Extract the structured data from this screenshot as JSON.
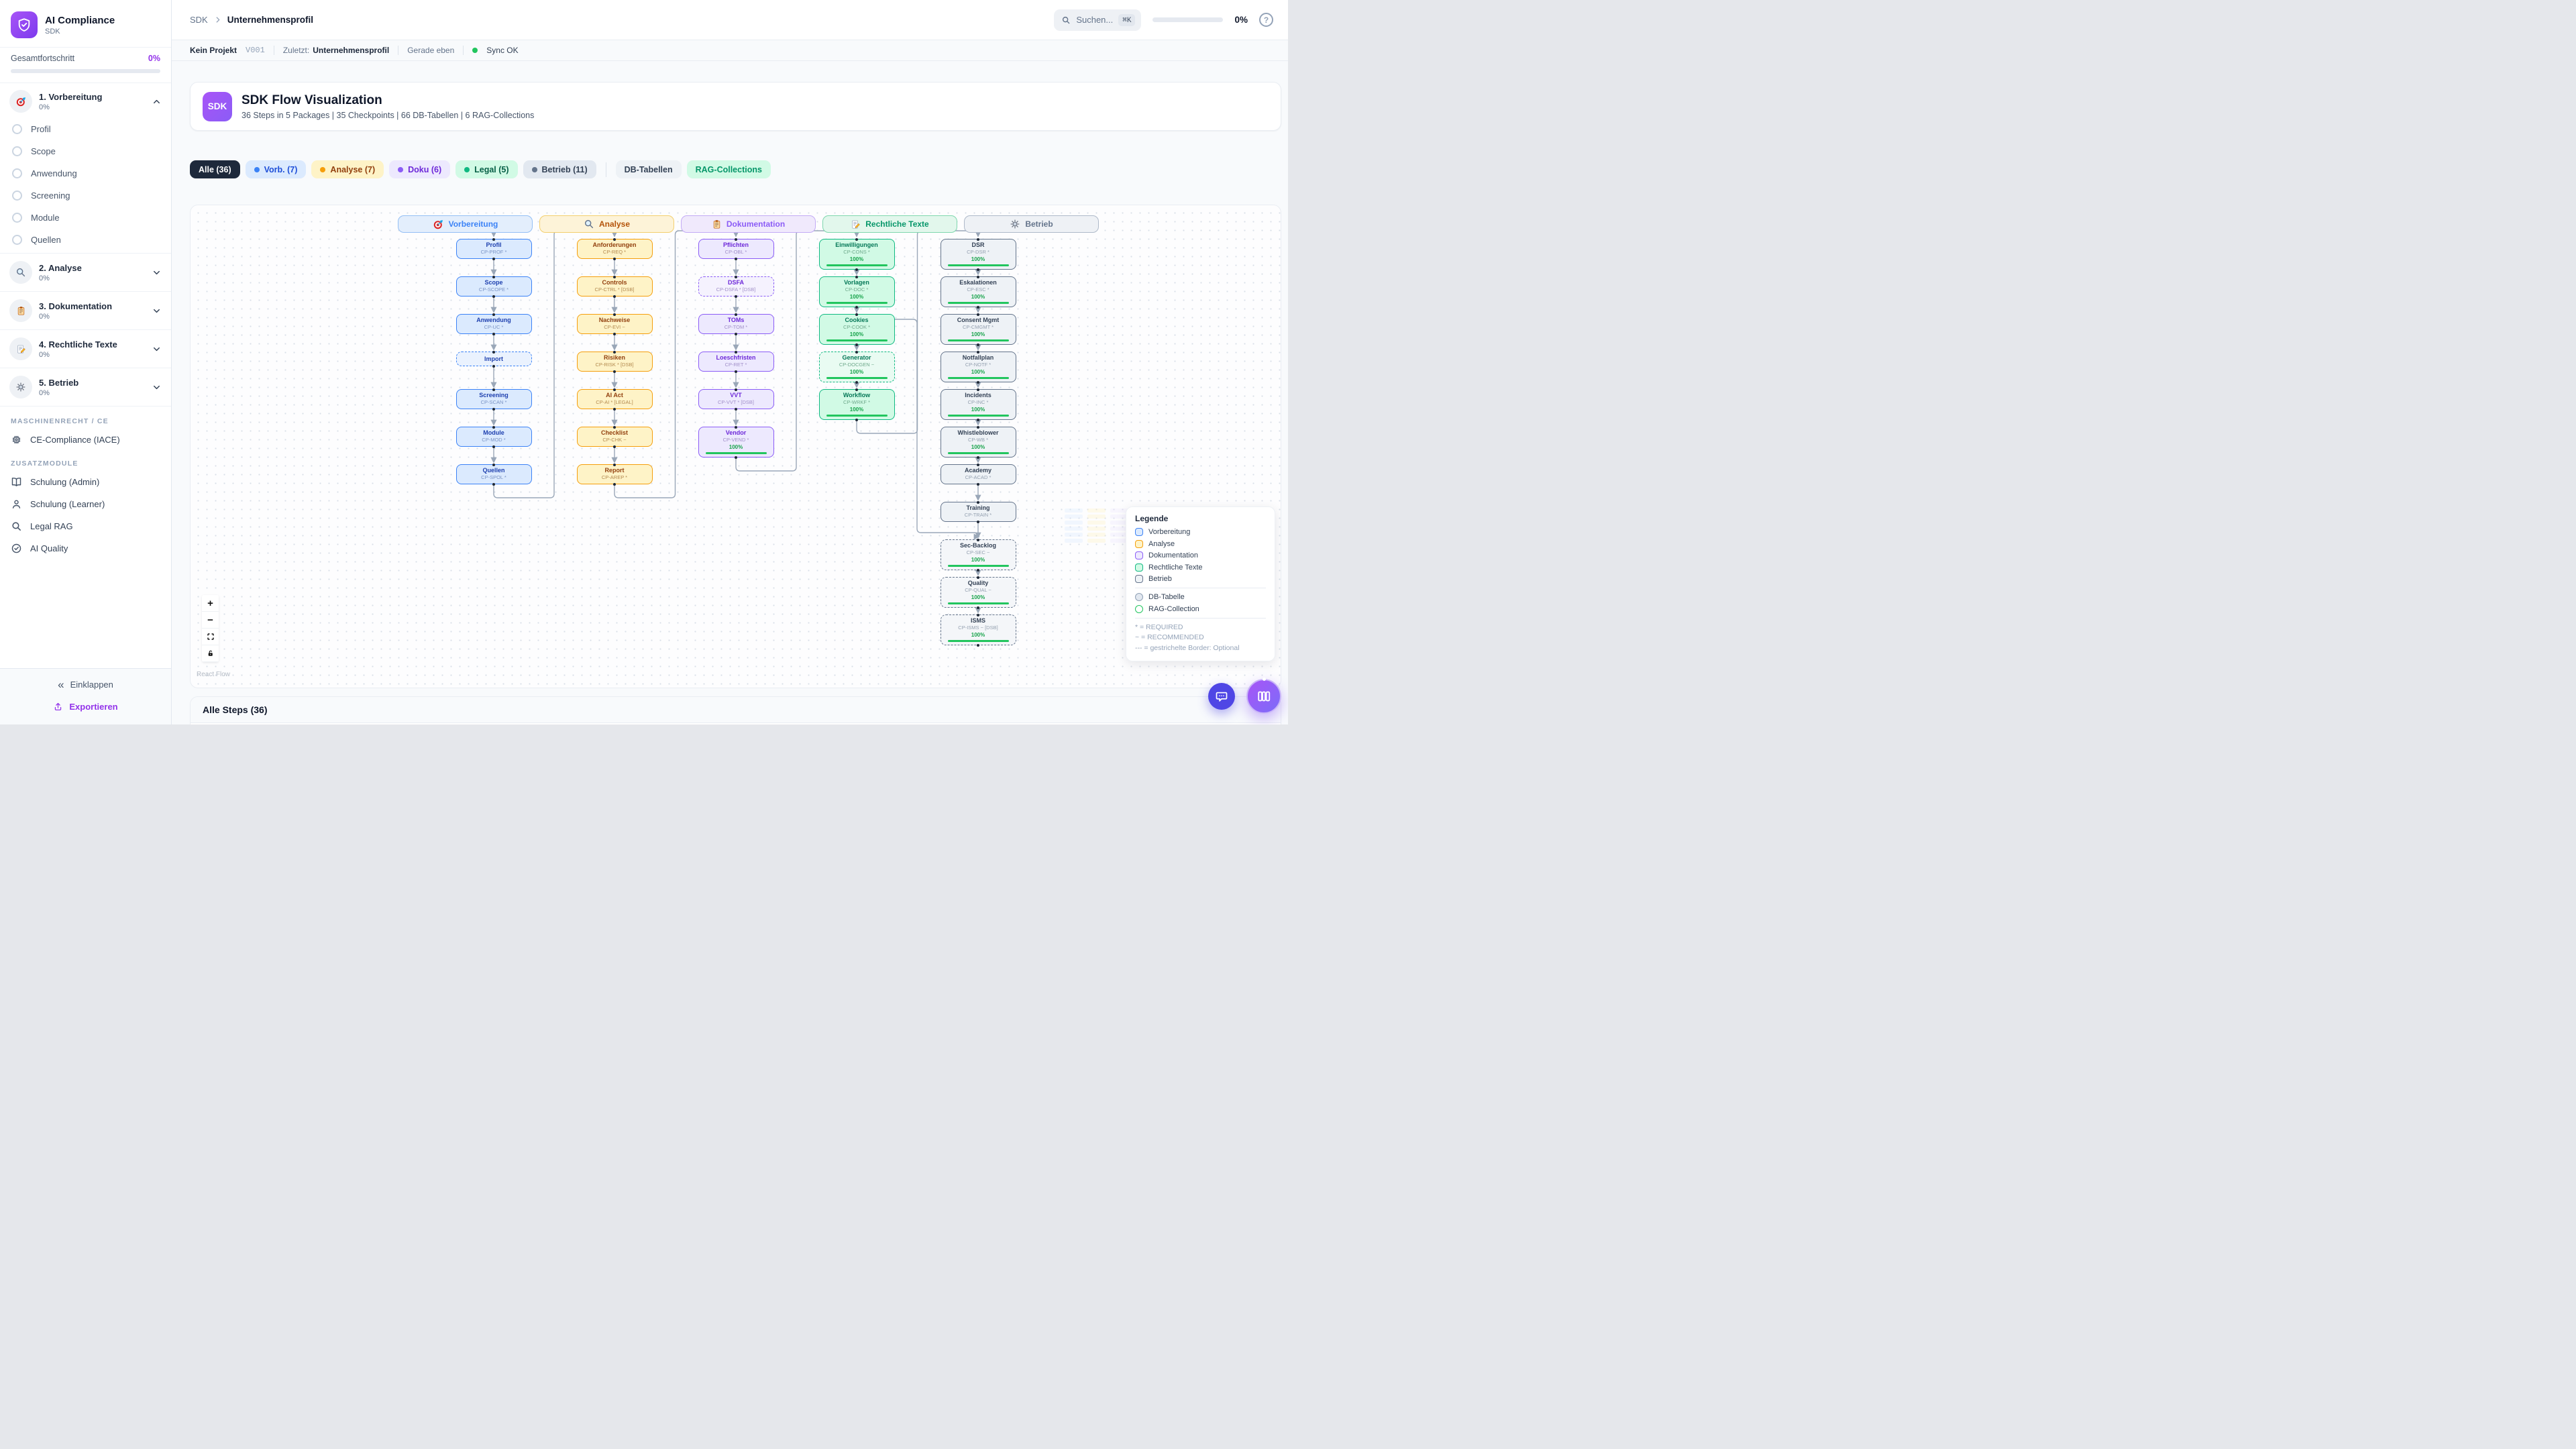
{
  "app": {
    "name": "AI Compliance",
    "subtitle": "SDK",
    "logo_icon": "shield-icon"
  },
  "sidebar": {
    "progress": {
      "label": "Gesamtfortschritt",
      "value": "0%"
    },
    "sections": [
      {
        "label": "1. Vorbereitung",
        "percent": "0%",
        "icon": "target-icon",
        "expanded": true,
        "items": [
          "Profil",
          "Scope",
          "Anwendung",
          "Screening",
          "Module",
          "Quellen"
        ]
      },
      {
        "label": "2. Analyse",
        "percent": "0%",
        "icon": "magnifier-icon",
        "expanded": false
      },
      {
        "label": "3. Dokumentation",
        "percent": "0%",
        "icon": "clipboard-icon",
        "expanded": false
      },
      {
        "label": "4. Rechtliche Texte",
        "percent": "0%",
        "icon": "memo-icon",
        "expanded": false
      },
      {
        "label": "5. Betrieb",
        "percent": "0%",
        "icon": "gear-icon",
        "expanded": false
      }
    ],
    "groups": [
      {
        "title": "MASCHINENRECHT / CE",
        "items": [
          {
            "label": "CE-Compliance (IACE)",
            "icon": "chip-icon"
          }
        ]
      },
      {
        "title": "ZUSATZMODULE",
        "items": [
          {
            "label": "Schulung (Admin)",
            "icon": "book-icon"
          },
          {
            "label": "Schulung (Learner)",
            "icon": "person-icon"
          },
          {
            "label": "Legal RAG",
            "icon": "search-icon"
          },
          {
            "label": "AI Quality",
            "icon": "check-circle-icon"
          }
        ]
      }
    ],
    "footer": {
      "collapse": "Einklappen",
      "export": "Exportieren"
    }
  },
  "topbar": {
    "breadcrumb": {
      "root": "SDK",
      "current": "Unternehmensprofil"
    },
    "search": {
      "placeholder": "Suchen...",
      "shortcut": "⌘K"
    },
    "progress": {
      "value": "0%"
    }
  },
  "statusbar": {
    "project": "Kein Projekt",
    "version": "V001",
    "last_label": "Zuletzt:",
    "last_value": "Unternehmensprofil",
    "time": "Gerade eben",
    "sync": "Sync OK"
  },
  "header_card": {
    "badge": "SDK",
    "title": "SDK Flow Visualization",
    "stats": "36 Steps in 5 Packages | 35 Checkpoints | 66 DB-Tabellen | 6 RAG-Collections"
  },
  "filters": {
    "chips": [
      {
        "label": "Alle (36)",
        "style": "dark"
      },
      {
        "label": "Vorb. (7)",
        "style": "blue",
        "dot": "#3b82f6"
      },
      {
        "label": "Analyse (7)",
        "style": "amber",
        "dot": "#f59e0b"
      },
      {
        "label": "Doku (6)",
        "style": "purple",
        "dot": "#8b5cf6"
      },
      {
        "label": "Legal (5)",
        "style": "green",
        "dot": "#10b981"
      },
      {
        "label": "Betrieb (11)",
        "style": "slate",
        "dot": "#64748b"
      }
    ],
    "extra_chips": [
      {
        "label": "DB-Tabellen",
        "style": "gray"
      },
      {
        "label": "RAG-Collections",
        "style": "mint"
      }
    ]
  },
  "flow": {
    "columns": [
      {
        "label": "Vorbereitung",
        "icon": "target-icon",
        "color": "blue",
        "nodes": [
          {
            "title": "Profil",
            "code": "CP-PROF *"
          },
          {
            "title": "Scope",
            "code": "CP-SCOPE *"
          },
          {
            "title": "Anwendung",
            "code": "CP-UC *"
          },
          {
            "title": "Import",
            "dashed": true
          },
          {
            "title": "Screening",
            "code": "CP-SCAN *"
          },
          {
            "title": "Module",
            "code": "CP-MOD *"
          },
          {
            "title": "Quellen",
            "code": "CP-SPOL *"
          }
        ]
      },
      {
        "label": "Analyse",
        "icon": "magnifier-icon",
        "color": "amber",
        "nodes": [
          {
            "title": "Anforderungen",
            "code": "CP-REQ *"
          },
          {
            "title": "Controls",
            "code": "CP-CTRL * [DSB]"
          },
          {
            "title": "Nachweise",
            "code": "CP-EVI ~"
          },
          {
            "title": "Risiken",
            "code": "CP-RISK * [DSB]"
          },
          {
            "title": "AI Act",
            "code": "CP-AI * [LEGAL]"
          },
          {
            "title": "Checklist",
            "code": "CP-CHK ~"
          },
          {
            "title": "Report",
            "code": "CP-AREP *"
          }
        ]
      },
      {
        "label": "Dokumentation",
        "icon": "clipboard-icon",
        "color": "purple",
        "nodes": [
          {
            "title": "Pflichten",
            "code": "CP-OBL *"
          },
          {
            "title": "DSFA",
            "code": "CP-DSFA * [DSB]",
            "dashed": true
          },
          {
            "title": "TOMs",
            "code": "CP-TOM *"
          },
          {
            "title": "Loeschfristen",
            "code": "CP-RET *"
          },
          {
            "title": "VVT",
            "code": "CP-VVT * [DSB]"
          },
          {
            "title": "Vendor",
            "code": "CP-VEND *",
            "progress": "100%"
          }
        ]
      },
      {
        "label": "Rechtliche Texte",
        "icon": "memo-icon",
        "color": "green",
        "nodes": [
          {
            "title": "Einwilligungen",
            "code": "CP-CONS *",
            "progress": "100%"
          },
          {
            "title": "Vorlagen",
            "code": "CP-DOC *",
            "progress": "100%"
          },
          {
            "title": "Cookies",
            "code": "CP-COOK *",
            "progress": "100%"
          },
          {
            "title": "Generator",
            "code": "CP-DOCGEN ~",
            "progress": "100%",
            "dashed": true
          },
          {
            "title": "Workflow",
            "code": "CP-WRKF *",
            "progress": "100%"
          }
        ]
      },
      {
        "label": "Betrieb",
        "icon": "gear-icon",
        "color": "slate",
        "nodes": [
          {
            "title": "DSR",
            "code": "CP-DSR *",
            "progress": "100%"
          },
          {
            "title": "Eskalationen",
            "code": "CP-ESC *",
            "progress": "100%"
          },
          {
            "title": "Consent Mgmt",
            "code": "CP-CMGMT *",
            "progress": "100%"
          },
          {
            "title": "Notfallplan",
            "code": "CP-NOTF *",
            "progress": "100%"
          },
          {
            "title": "Incidents",
            "code": "CP-INC *",
            "progress": "100%"
          },
          {
            "title": "Whistleblower",
            "code": "CP-WB *",
            "progress": "100%"
          },
          {
            "title": "Academy",
            "code": "CP-ACAD *"
          },
          {
            "title": "Training",
            "code": "CP-TRAIN *"
          },
          {
            "title": "Sec-Backlog",
            "code": "CP-SEC ~",
            "progress": "100%",
            "dashed": true
          },
          {
            "title": "Quality",
            "code": "CP-QUAL ~",
            "progress": "100%",
            "dashed": true
          },
          {
            "title": "ISMS",
            "code": "CP-ISMS ~ [DSB]",
            "progress": "100%",
            "dashed": true
          }
        ]
      }
    ],
    "legend": {
      "title": "Legende",
      "packages": [
        {
          "label": "Vorbereitung",
          "color": "blue"
        },
        {
          "label": "Analyse",
          "color": "amber"
        },
        {
          "label": "Dokumentation",
          "color": "purple"
        },
        {
          "label": "Rechtliche Texte",
          "color": "green"
        },
        {
          "label": "Betrieb",
          "color": "slate"
        }
      ],
      "shapes": [
        {
          "label": "DB-Tabelle",
          "type": "db"
        },
        {
          "label": "RAG-Collection",
          "type": "rag"
        }
      ],
      "notes": [
        "* = REQUIRED",
        "~ = RECOMMENDED",
        "--- = gestrichelte Border: Optional"
      ]
    },
    "attribution": "React Flow"
  },
  "bottom": {
    "title": "Alle Steps (36)"
  },
  "colors": {
    "accent": "#9333ea",
    "sync_green": "#22c55e",
    "progress_bar": "#22c55e",
    "progress_text": "#16a34a",
    "edge": "#9aa7b8",
    "packages": {
      "blue": {
        "border": "#3b82f6",
        "bg": "#dbeafe",
        "bgSoft": "#eaf2fe",
        "title": "#1e40af",
        "code": "#7a93c4",
        "text": "#3b82f6",
        "pillBg": "#e3eefc",
        "pillBorder": "#94bff5"
      },
      "amber": {
        "border": "#f59e0b",
        "bg": "#fef3c7",
        "bgSoft": "#fdf8e3",
        "title": "#92400e",
        "code": "#b3894f",
        "text": "#b45309",
        "pillBg": "#fdf3d8",
        "pillBorder": "#f3cf6e"
      },
      "purple": {
        "border": "#8b5cf6",
        "bg": "#ede9fe",
        "bgSoft": "#f5f2fe",
        "title": "#6d28d9",
        "code": "#a18fc9",
        "text": "#8b5cf6",
        "pillBg": "#f0e9fc",
        "pillBorder": "#c3abf5"
      },
      "green": {
        "border": "#10b981",
        "bg": "#d1fae5",
        "bgSoft": "#e9fbf2",
        "title": "#047857",
        "code": "#6fa98c",
        "text": "#059669",
        "pillBg": "#e2f7ec",
        "pillBorder": "#7fd7ae"
      },
      "slate": {
        "border": "#64748b",
        "bg": "#eef2f6",
        "bgSoft": "#f4f6f9",
        "title": "#334155",
        "code": "#94a0b0",
        "text": "#64748b",
        "pillBg": "#eef1f5",
        "pillBorder": "#aeb9c9"
      }
    },
    "chips": {
      "dark": {
        "bg": "#1e293b",
        "text": "#ffffff"
      },
      "blue": {
        "bg": "#dbeafe",
        "text": "#1d4ed8"
      },
      "amber": {
        "bg": "#fef3c7",
        "text": "#92400e"
      },
      "purple": {
        "bg": "#ede9fe",
        "text": "#6d28d9"
      },
      "green": {
        "bg": "#d1fae5",
        "text": "#065f46"
      },
      "slate": {
        "bg": "#e2e8f0",
        "text": "#334155"
      },
      "gray": {
        "bg": "#eef2f6",
        "text": "#334155"
      },
      "mint": {
        "bg": "#d1fae5",
        "text": "#059669"
      }
    }
  }
}
